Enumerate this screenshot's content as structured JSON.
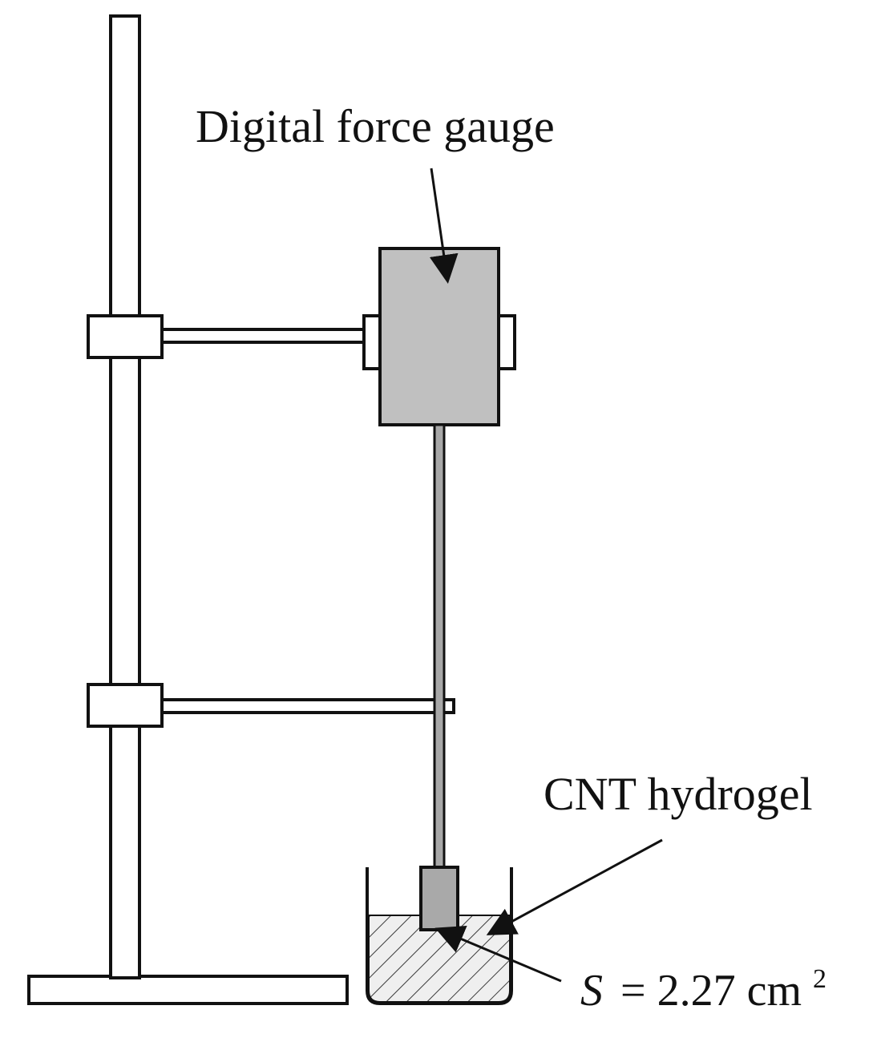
{
  "labels": {
    "digital_force_gauge": "Digital force gauge",
    "cnt_hydrogel": "CNT hydrogel",
    "surface_area": {
      "symbol": "S",
      "equals": "= 2.27 cm",
      "superscript": "2"
    }
  },
  "colors": {
    "line": "#111111",
    "gauge_fill": "#c0c0c0",
    "probe_fill": "#a9a9a9",
    "hydrogel_fill": "#efefef",
    "white": "#ffffff"
  }
}
